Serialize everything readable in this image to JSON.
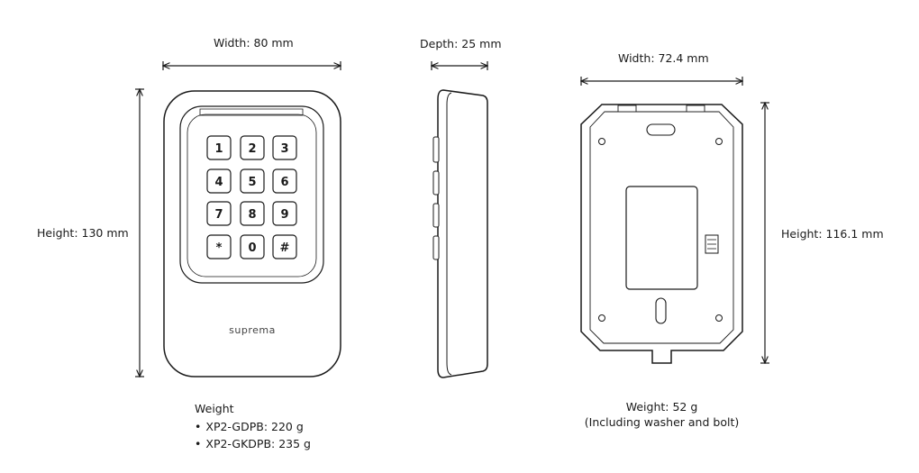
{
  "front": {
    "width_label": "Width: 80 mm",
    "height_label": "Height: 130 mm",
    "brand": "suprema",
    "keys": [
      "1",
      "2",
      "3",
      "4",
      "5",
      "6",
      "7",
      "8",
      "9",
      "*",
      "0",
      "#"
    ],
    "weight_title": "Weight",
    "weights": [
      "XP2-GDPB: 220 g",
      "XP2-GKDPB: 235 g"
    ]
  },
  "side": {
    "depth_label": "Depth: 25 mm"
  },
  "bracket": {
    "width_label": "Width: 72.4 mm",
    "height_label": "Height: 116.1 mm",
    "weight_line1": "Weight: 52 g",
    "weight_line2": "(Including washer and bolt)"
  }
}
